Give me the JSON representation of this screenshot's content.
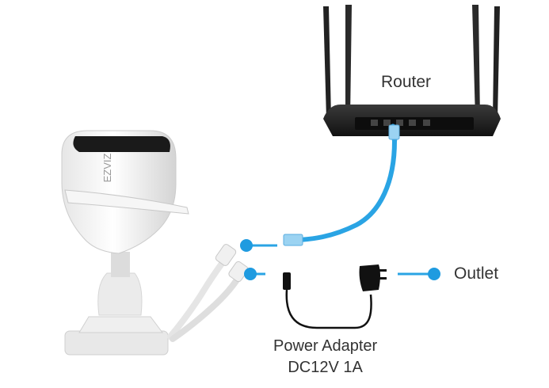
{
  "labels": {
    "router": "Router",
    "outlet": "Outlet",
    "power_adapter": "Power Adapter",
    "power_spec": "DC12V 1A"
  },
  "camera": {
    "brand": "EZVIZ"
  },
  "colors": {
    "cable_blue": "#2aa4e4",
    "connector_dot": "#1f9be0",
    "router_body": "#1e1e1e",
    "camera_body": "#f2f2f2",
    "adapter": "#111111"
  }
}
